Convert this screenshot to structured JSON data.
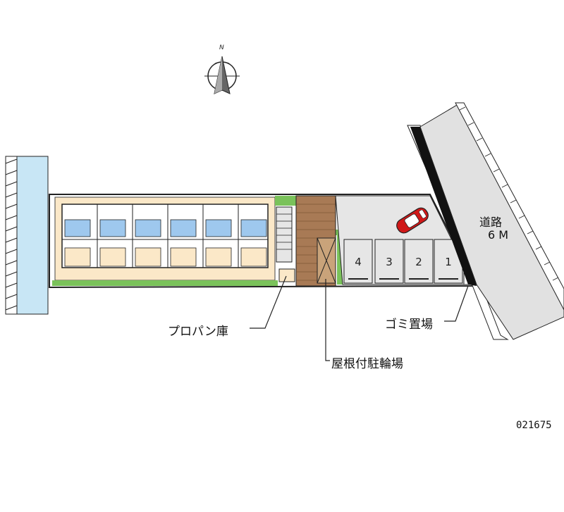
{
  "compass": {
    "north_label": "N"
  },
  "road": {
    "name": "道路",
    "width": "6 M"
  },
  "parking_spaces": [
    "4",
    "3",
    "2",
    "1"
  ],
  "labels": {
    "propane": "プロパン庫",
    "garbage": "ゴミ置場",
    "bike_parking": "屋根付駐輪場"
  },
  "map_id": "021675",
  "colors": {
    "water": "#c8e6f5",
    "building": "#fbe8c8",
    "grass": "#7ac25a",
    "lot": "#e6e6e6",
    "road": "#e1e1e1",
    "bike_shed": "#c9a37a",
    "car": "#d01818"
  }
}
